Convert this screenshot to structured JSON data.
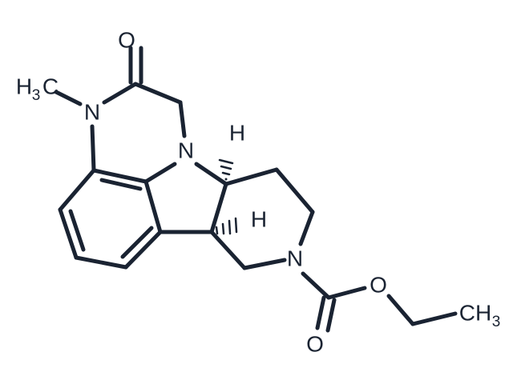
{
  "colors": {
    "bond": "#1a2332",
    "background": "#ffffff"
  },
  "atoms": {
    "o_top": "O",
    "methyl_h": "H",
    "methyl_sub": "3",
    "methyl_c": "C",
    "n_methyl": "N",
    "n_indole": "N",
    "h_top": "H",
    "h_bottom": "H",
    "n_piperidine": "N",
    "o_ester": "O",
    "o_carbonyl": "O",
    "ethyl_c": "CH",
    "ethyl_sub": "3"
  }
}
